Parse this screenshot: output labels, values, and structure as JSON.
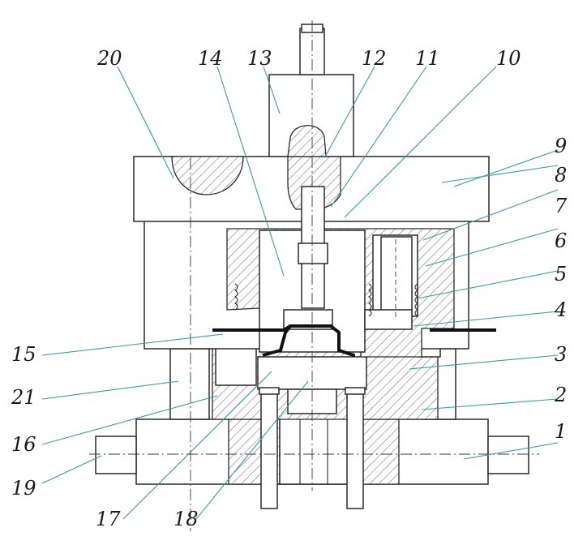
{
  "labels": {
    "l1": "1",
    "l2": "2",
    "l3": "3",
    "l4": "4",
    "l5": "5",
    "l6": "6",
    "l7": "7",
    "l8": "8",
    "l9": "9",
    "l10": "10",
    "l11": "11",
    "l12": "12",
    "l13": "13",
    "l14": "14",
    "l15": "15",
    "l16": "16",
    "l17": "17",
    "l18": "18",
    "l19": "19",
    "l20": "20",
    "l21": "21"
  },
  "colors": {
    "leader": "#3a9aa0",
    "outline": "#2a2a2a",
    "sheet": "#111111"
  }
}
